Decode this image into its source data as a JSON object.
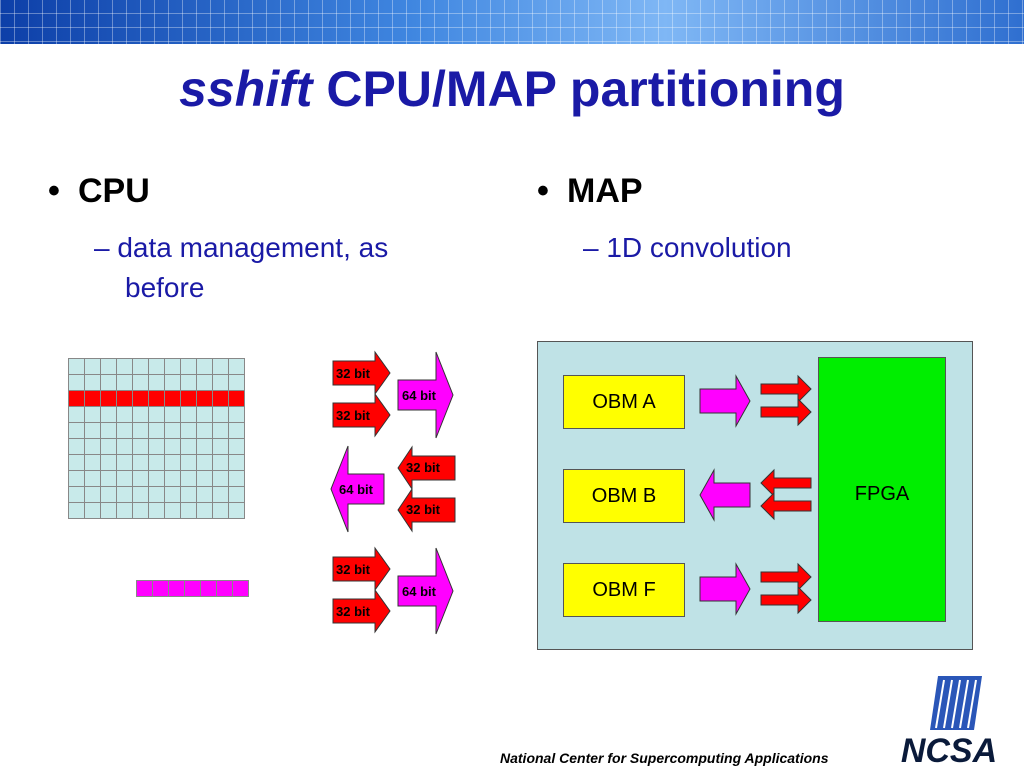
{
  "title": {
    "italic": "sshift",
    "rest": "CPU/MAP partitioning"
  },
  "left": {
    "bullet": "CPU",
    "sub_line1": "data management, as",
    "sub_line2": "before"
  },
  "right": {
    "bullet": "MAP",
    "sub": "1D convolution"
  },
  "arrow_labels": {
    "top_a": "32 bit",
    "top_b": "32 bit",
    "top_big": "64 bit",
    "mid_a": "32 bit",
    "mid_b": "32 bit",
    "mid_big": "64 bit",
    "bot_a": "32 bit",
    "bot_b": "32 bit",
    "bot_big": "64 bit"
  },
  "map": {
    "obm_a": "OBM A",
    "obm_b": "OBM B",
    "obm_f": "OBM F",
    "fpga": "FPGA"
  },
  "footer": "National Center for Supercomputing Applications",
  "logo": {
    "text": "NCSA"
  },
  "colors": {
    "title": "#1a1aa6",
    "grid_cell": "#c8eaea",
    "highlight_row": "#ff0000",
    "magenta": "#ff00ff",
    "obm": "#ffff00",
    "fpga": "#00ee00",
    "panel": "#bfe2e6"
  }
}
